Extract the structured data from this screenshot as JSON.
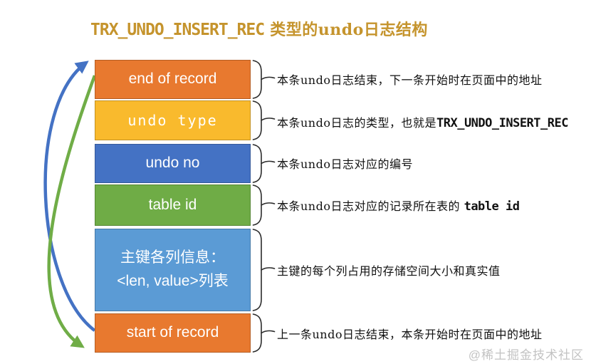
{
  "title": {
    "code": "TRX_UNDO_INSERT_REC",
    "rest": " 类型的undo日志结构",
    "color": "#C5942D"
  },
  "diagram": {
    "rows": [
      {
        "id": "end-of-record",
        "label": "end of record",
        "color": "#E8792F",
        "mono": false
      },
      {
        "id": "undo-type",
        "label": "undo type",
        "color": "#F9BA2D",
        "mono": true
      },
      {
        "id": "undo-no",
        "label": "undo no",
        "color": "#4472C4",
        "mono": false
      },
      {
        "id": "table-id",
        "label": "table id",
        "color": "#6FAC46",
        "mono": false
      },
      {
        "id": "pk-columns",
        "label": "主键各列信息：\n<len, value>列表",
        "color": "#5B9BD5",
        "mono": false
      },
      {
        "id": "start-of-record",
        "label": "start of record",
        "color": "#E8792F",
        "mono": false
      }
    ],
    "arrow_colors": {
      "blue": "#4472C4",
      "green": "#70AD47"
    }
  },
  "annotations": [
    {
      "text": "本条undo日志结束，下一条开始时在页面中的地址",
      "code": ""
    },
    {
      "text": "本条undo日志的类型，也就是",
      "code": "TRX_UNDO_INSERT_REC"
    },
    {
      "text": "本条undo日志对应的编号",
      "code": ""
    },
    {
      "text": "本条undo日志对应的记录所在表的 ",
      "code": "table id"
    },
    {
      "text": "主键的每个列占用的存储空间大小和真实值",
      "code": ""
    },
    {
      "text": "上一条undo日志结束，本条开始时在页面中的地址",
      "code": ""
    }
  ],
  "watermark": "@稀土掘金技术社区"
}
